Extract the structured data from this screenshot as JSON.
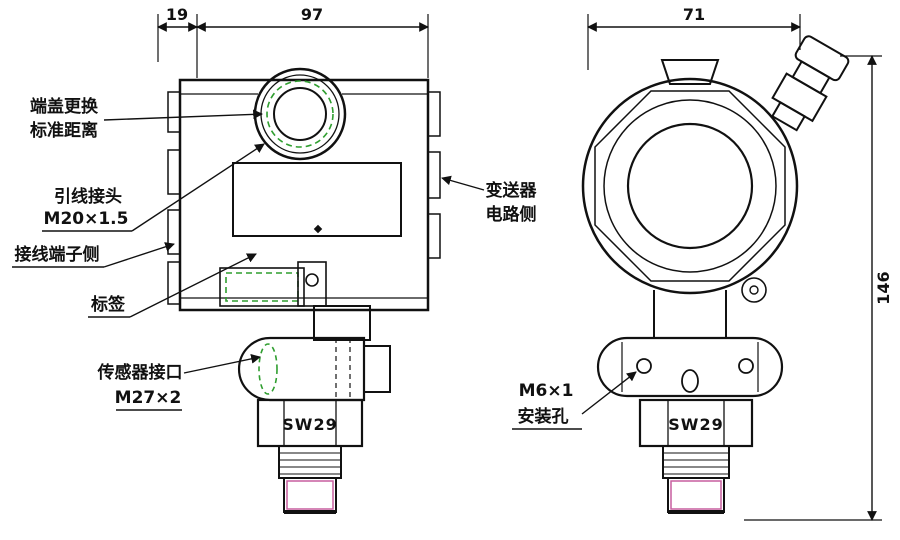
{
  "drawing": {
    "title": "pressure-transmitter-dimension-drawing",
    "dims": {
      "d19": "19",
      "d97": "97",
      "d71": "71",
      "d146": "146"
    },
    "callouts": {
      "end_cap": {
        "line1": "端盖更换",
        "line2": "标准距离"
      },
      "lead": {
        "name": "引线接头",
        "spec": "M20×1.5"
      },
      "terminal_side": "接线端子侧",
      "tag": "标签",
      "sensor": {
        "name": "传感器接口",
        "spec": "M27×2"
      },
      "circuit_side": {
        "line1": "变送器",
        "line2": "电路侧"
      },
      "mounting": {
        "spec": "M6×1",
        "name": "安装孔"
      }
    },
    "stamps": {
      "sw_left": "SW29",
      "sw_right": "SW29"
    },
    "colors": {
      "line": "#111111",
      "seal": "#2f9e2f",
      "accent": "#c75f9f"
    }
  }
}
